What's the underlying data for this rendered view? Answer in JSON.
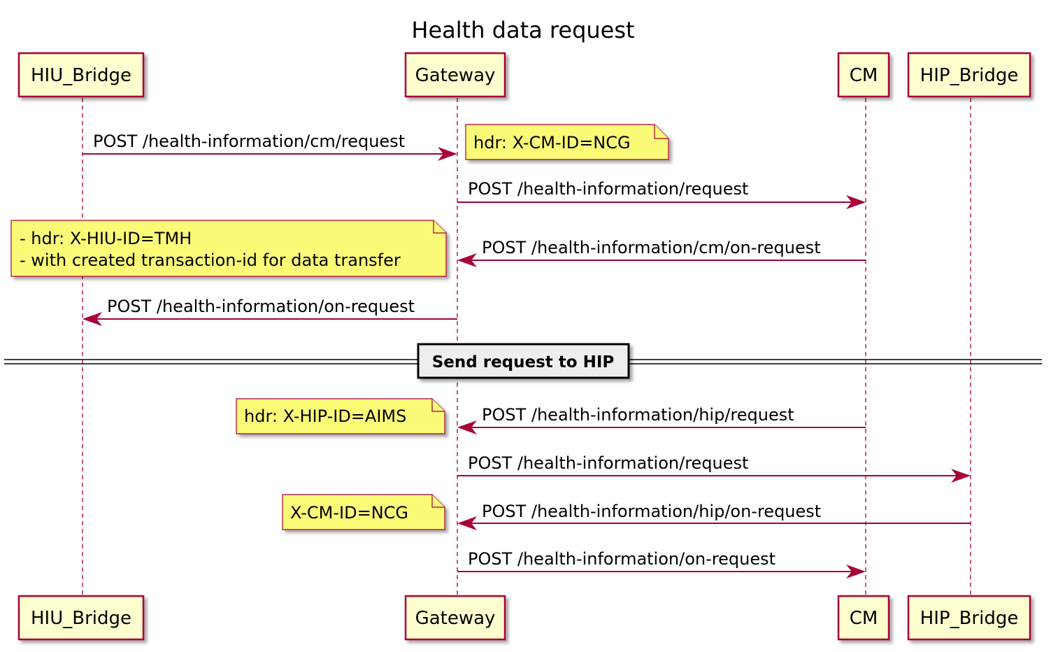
{
  "title": "Health data request",
  "participants": [
    {
      "id": "hiu",
      "label": "HIU_Bridge"
    },
    {
      "id": "gw",
      "label": "Gateway"
    },
    {
      "id": "cm",
      "label": "CM"
    },
    {
      "id": "hip",
      "label": "HIP_Bridge"
    }
  ],
  "messages": [
    {
      "from": "hiu",
      "to": "gw",
      "label": "POST /health-information/cm/request"
    },
    {
      "from": "gw",
      "to": "cm",
      "label": "POST /health-information/request"
    },
    {
      "from": "cm",
      "to": "gw",
      "label": "POST /health-information/cm/on-request"
    },
    {
      "from": "gw",
      "to": "hiu",
      "label": "POST /health-information/on-request"
    },
    {
      "from": "cm",
      "to": "gw",
      "label": "POST /health-information/hip/request"
    },
    {
      "from": "gw",
      "to": "hip",
      "label": "POST /health-information/request"
    },
    {
      "from": "hip",
      "to": "gw",
      "label": "POST /health-information/hip/on-request"
    },
    {
      "from": "gw",
      "to": "cm",
      "label": "POST /health-information/on-request"
    }
  ],
  "notes": [
    {
      "lines": [
        "hdr: X-CM-ID=NCG"
      ]
    },
    {
      "lines": [
        "- hdr: X-HIU-ID=TMH",
        "- with created transaction-id for data transfer"
      ]
    },
    {
      "lines": [
        "hdr: X-HIP-ID=AIMS"
      ]
    },
    {
      "lines": [
        "X-CM-ID=NCG"
      ]
    }
  ],
  "divider": {
    "label": "Send request to HIP"
  },
  "colors": {
    "participant_fill": "#FEFECE",
    "border": "#A80036",
    "note_fill": "#FBFB77",
    "divider_fill": "#EEEEEE"
  }
}
